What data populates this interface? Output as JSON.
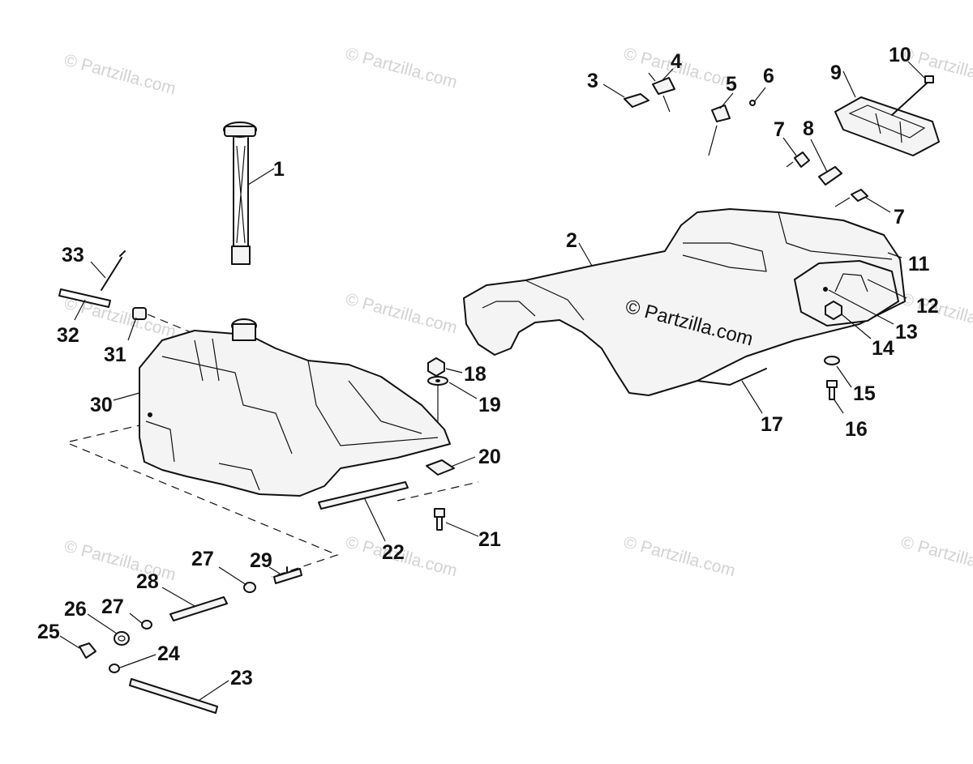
{
  "watermark": {
    "text": "© Partzilla.com",
    "center_text": "© Partzilla.com"
  },
  "callouts": {
    "c1": "1",
    "c2": "2",
    "c3": "3",
    "c4": "4",
    "c5": "5",
    "c6": "6",
    "c7a": "7",
    "c7b": "7",
    "c8": "8",
    "c9": "9",
    "c10": "10",
    "c11": "11",
    "c12": "12",
    "c13": "13",
    "c14": "14",
    "c15": "15",
    "c16": "16",
    "c17": "17",
    "c18": "18",
    "c19": "19",
    "c20": "20",
    "c21": "21",
    "c22": "22",
    "c23": "23",
    "c24": "24",
    "c25": "25",
    "c26": "26",
    "c27a": "27",
    "c27b": "27",
    "c28": "28",
    "c29": "29",
    "c30": "30",
    "c31": "31",
    "c32": "32",
    "c33": "33"
  }
}
